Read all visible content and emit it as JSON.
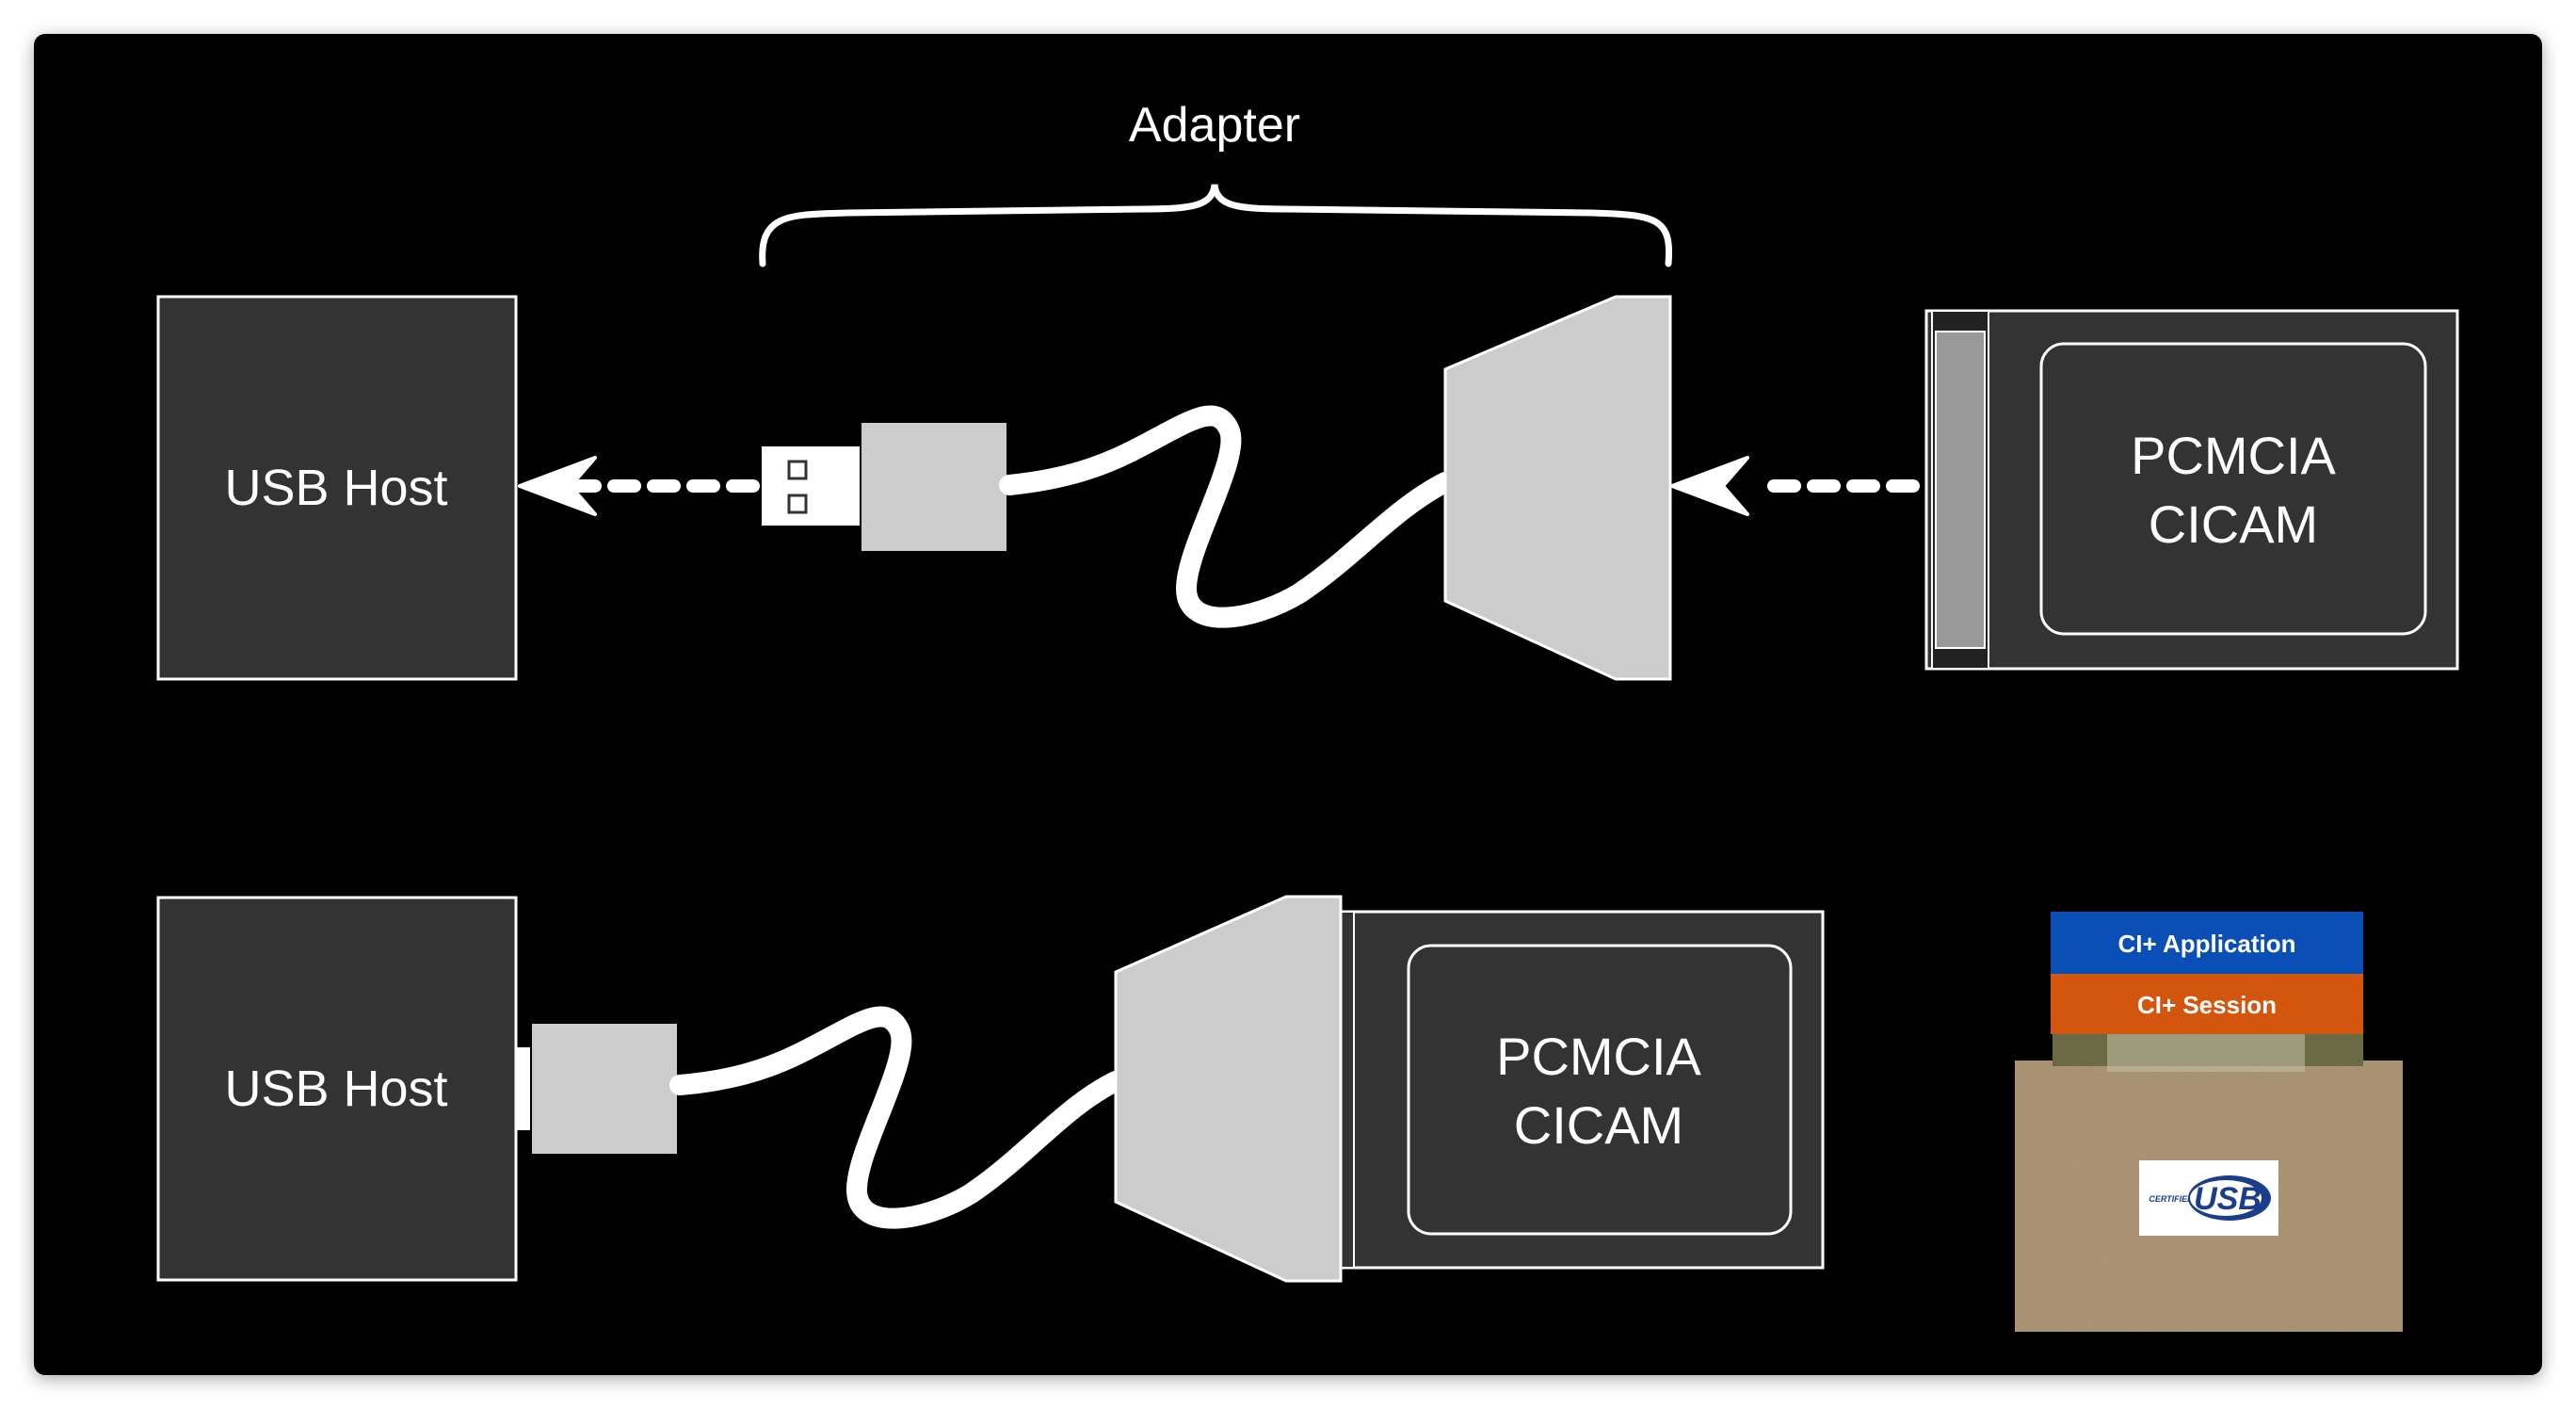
{
  "top": {
    "adapter_label": "Adapter",
    "usb_host_label": "USB Host",
    "cicam_label_line1": "PCMCIA",
    "cicam_label_line2": "CICAM"
  },
  "bottom": {
    "usb_host_label": "USB Host",
    "cicam_label_line1": "PCMCIA",
    "cicam_label_line2": "CICAM"
  },
  "stack": {
    "application_label": "CI+ Application",
    "session_label": "CI+ Session",
    "usb_logo_small": "CERTIFIED",
    "usb_logo_text": "USB"
  },
  "colors": {
    "background": "#000000",
    "box_fill": "#333333",
    "connector_gray": "#cccccc",
    "application_blue": "#0a4fb5",
    "session_orange": "#d4550e",
    "usb_layer_tan": "#a8916e",
    "tape_olive": "#6b6a45"
  }
}
